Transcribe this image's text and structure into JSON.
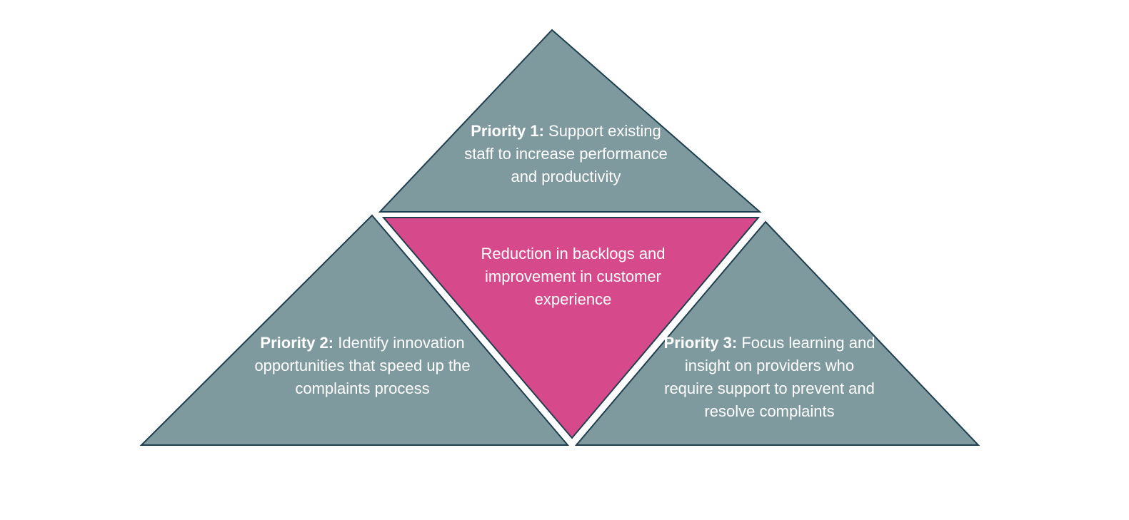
{
  "colors": {
    "priority_fill": "#7f9a9f",
    "priority_stroke": "#1e3f4f",
    "outcome_fill": "#d6498b",
    "outcome_stroke": "#1e3f4f",
    "text": "#ffffff",
    "background": "#ffffff"
  },
  "outcome": {
    "text": "Reduction in backlogs and improvement in customer experience"
  },
  "priorities": [
    {
      "label": "Priority 1:",
      "text": " Support existing staff to increase performance and productivity"
    },
    {
      "label": "Priority 2:",
      "text": " Identify innovation opportunities that speed up the complaints process"
    },
    {
      "label": "Priority 3:",
      "text": " Focus learning and insight on providers who require support to prevent and resolve complaints"
    }
  ]
}
